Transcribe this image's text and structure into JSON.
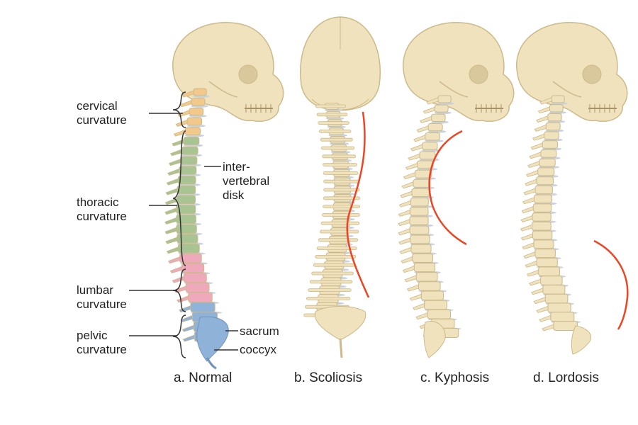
{
  "labels": {
    "cervical": [
      "cervical",
      "curvature"
    ],
    "thoracic": [
      "thoracic",
      "curvature"
    ],
    "lumbar": [
      "lumbar",
      "curvature"
    ],
    "pelvic": [
      "pelvic",
      "curvature"
    ],
    "intervertebral": [
      "inter-",
      "vertebral",
      "disk"
    ],
    "sacrum": "sacrum",
    "coccyx": "coccyx"
  },
  "captions": {
    "normal": "a. Normal",
    "scoliosis": "b. Scoliosis",
    "kyphosis": "c. Kyphosis",
    "lordosis": "d. Lordosis"
  },
  "colors": {
    "bone": "#efe2bd",
    "bone_shade": "#cdb98a",
    "cervical": "#f2c98a",
    "thoracic": "#a9c493",
    "lumbar": "#eeaabb",
    "sacrum": "#8fb2d8",
    "disk": "#c9d3dd",
    "curve_line": "#ee4422",
    "label_line": "#333333"
  }
}
